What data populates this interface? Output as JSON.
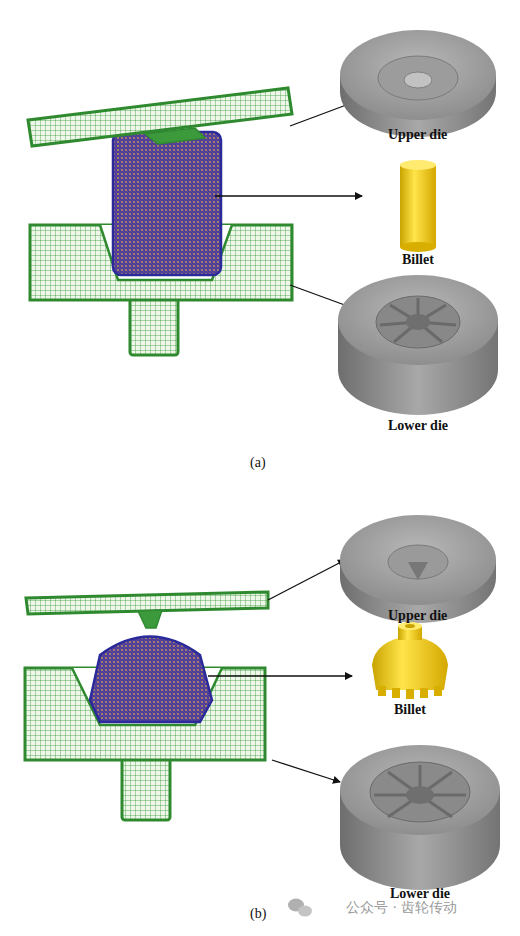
{
  "diagram": {
    "labels": [
      "Upper die",
      "Billet",
      "Lower die",
      "(a)",
      "Upper die",
      "Billet",
      "Lower die",
      "(b)",
      "公众号 · 齿轮传动"
    ]
  }
}
